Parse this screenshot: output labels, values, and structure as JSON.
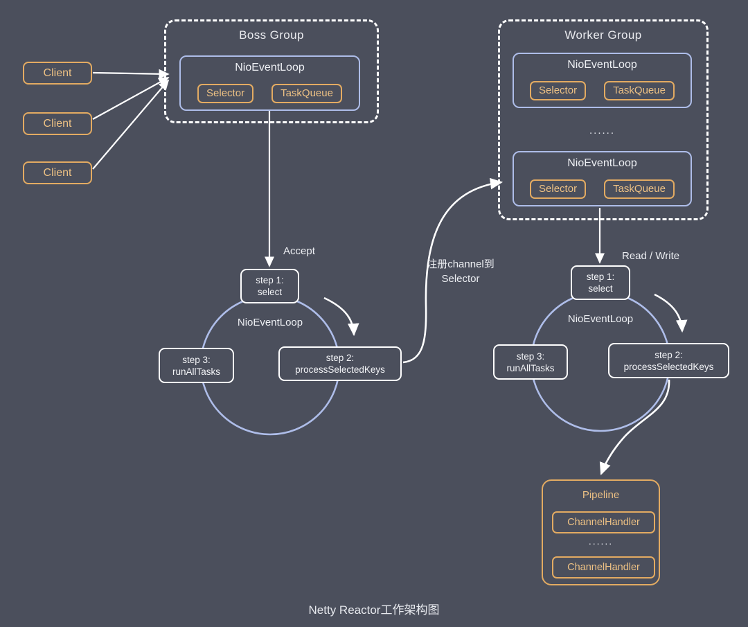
{
  "diagram": {
    "caption": "Netty Reactor工作架构图",
    "background_color": "#4b4f5c",
    "accent_orange": "#e3ab62",
    "accent_blue": "#aebde9",
    "accent_white": "#ffffff"
  },
  "clients": [
    {
      "label": "Client"
    },
    {
      "label": "Client"
    },
    {
      "label": "Client"
    }
  ],
  "boss_group": {
    "title": "Boss Group",
    "event_loop": {
      "title": "NioEventLoop",
      "chips": [
        "Selector",
        "TaskQueue"
      ]
    }
  },
  "worker_group": {
    "title": "Worker Group",
    "ellipsis": "......",
    "event_loops": [
      {
        "title": "NioEventLoop",
        "chips": [
          "Selector",
          "TaskQueue"
        ]
      },
      {
        "title": "NioEventLoop",
        "chips": [
          "Selector",
          "TaskQueue"
        ]
      }
    ]
  },
  "boss_reactor": {
    "center_label": "NioEventLoop",
    "edge_label": "Accept",
    "steps": [
      {
        "line1": "step 1:",
        "line2": "select"
      },
      {
        "line1": "step 2:",
        "line2": "processSelectedKeys"
      },
      {
        "line1": "step 3:",
        "line2": "runAllTasks"
      }
    ]
  },
  "worker_reactor": {
    "center_label": "NioEventLoop",
    "edge_label": "Read / Write",
    "steps": [
      {
        "line1": "step 1:",
        "line2": "select"
      },
      {
        "line1": "step 2:",
        "line2": "processSelectedKeys"
      },
      {
        "line1": "step 3:",
        "line2": "runAllTasks"
      }
    ]
  },
  "register_link": {
    "line1": "注册channel到",
    "line2": "Selector"
  },
  "pipeline": {
    "title": "Pipeline",
    "ellipsis": "......",
    "handlers": [
      "ChannelHandler",
      "ChannelHandler"
    ]
  }
}
